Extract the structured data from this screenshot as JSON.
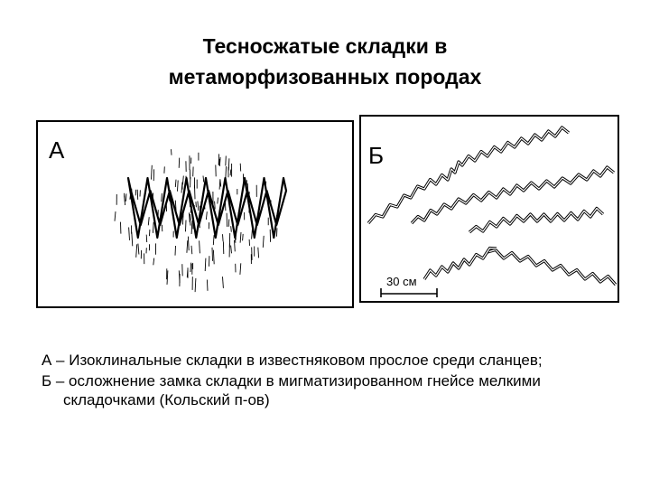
{
  "slide": {
    "title_line1": "Тесносжатые складки в",
    "title_line2": "метаморфизованных породах"
  },
  "figure_a": {
    "label": "А"
  },
  "figure_b": {
    "label": "Б",
    "scale_label": "30 см"
  },
  "caption": {
    "line_a": "А – Изоклинальные складки в известняковом прослое среди сланцев;",
    "line_b": "Б – осложнение замка складки в мигматизированном гнейсе мелкими складочками (Кольский п-ов)"
  }
}
